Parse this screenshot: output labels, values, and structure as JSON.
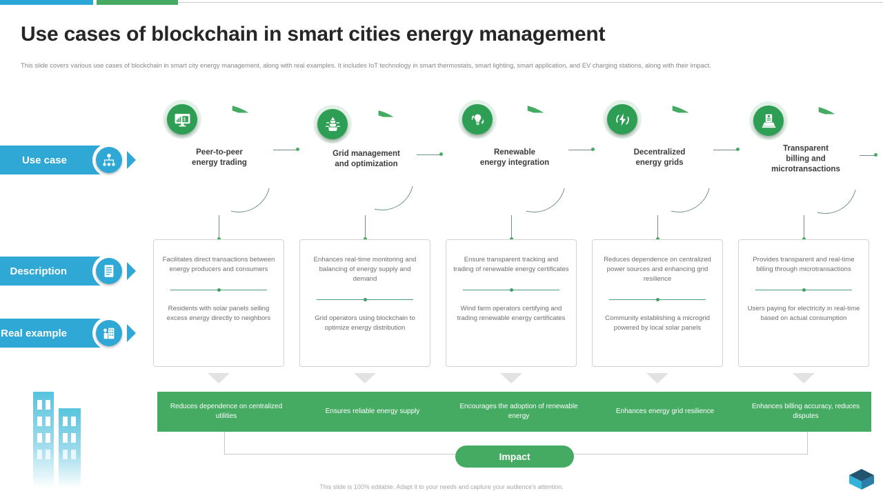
{
  "theme": {
    "accent_blue": "#2fa8d5",
    "accent_green": "#45ab63",
    "icon_green": "#2e9e55",
    "text_dark": "#262626",
    "text_muted": "#868686"
  },
  "header": {
    "title": "Use cases of blockchain in smart cities energy management",
    "subtitle": "This slide covers various use cases of blockchain in smart city energy management, along with real examples. It includes IoT technology in smart thermostats, smart lighting, smart application, and EV charging stations, along with their impact."
  },
  "row_labels": [
    {
      "label": "Use case",
      "icon": "network-node-icon"
    },
    {
      "label": "Description",
      "icon": "document-lines-icon"
    },
    {
      "label": "Real example",
      "icon": "city-building-icon"
    }
  ],
  "columns": [
    {
      "use_case": "Peer-to-peer\nenergy trading",
      "use_case_line1": "Peer-to-peer",
      "use_case_line2": "energy trading",
      "icon": "monitor-chart-icon",
      "description": "Facilitates direct transactions between energy producers and consumers",
      "real_example": "Residents with solar panels selling excess energy directly to neighbors",
      "impact": "Reduces dependence on centralized utilities"
    },
    {
      "use_case_line1": "Grid management",
      "use_case_line2": "and optimization",
      "icon": "power-tower-icon",
      "description": "Enhances real-time monitoring and balancing of energy supply and demand",
      "real_example": "Grid operators using blockchain to optimize energy distribution",
      "impact": "Ensures reliable energy supply"
    },
    {
      "use_case_line1": "Renewable",
      "use_case_line2": "energy integration",
      "icon": "lightbulb-recycle-icon",
      "description": "Ensure transparent tracking and trading of renewable energy certificates",
      "real_example": "Wind farm operators certifying and trading renewable energy certificates",
      "impact": "Encourages the adoption of renewable energy"
    },
    {
      "use_case_line1": "Decentralized",
      "use_case_line2": "energy grids",
      "icon": "bolt-refresh-icon",
      "description": "Reduces dependence on centralized power sources and enhancing grid resilience",
      "real_example": "Community establishing a microgrid powered by local solar panels",
      "impact": "Enhances energy grid resilience"
    },
    {
      "use_case_line1": "Transparent",
      "use_case_line2": "billing and",
      "use_case_line3": "microtransactions",
      "icon": "laptop-invoice-icon",
      "description": "Provides transparent and real-time billing through microtransactions",
      "real_example": "Users paying for electricity in real-time based on actual consumption",
      "impact": "Enhances billing accuracy, reduces disputes"
    }
  ],
  "impact_pill_label": "Impact",
  "footer": {
    "note": "This slide is 100% editable. Adapt it to your needs and capture your audience's attention."
  }
}
